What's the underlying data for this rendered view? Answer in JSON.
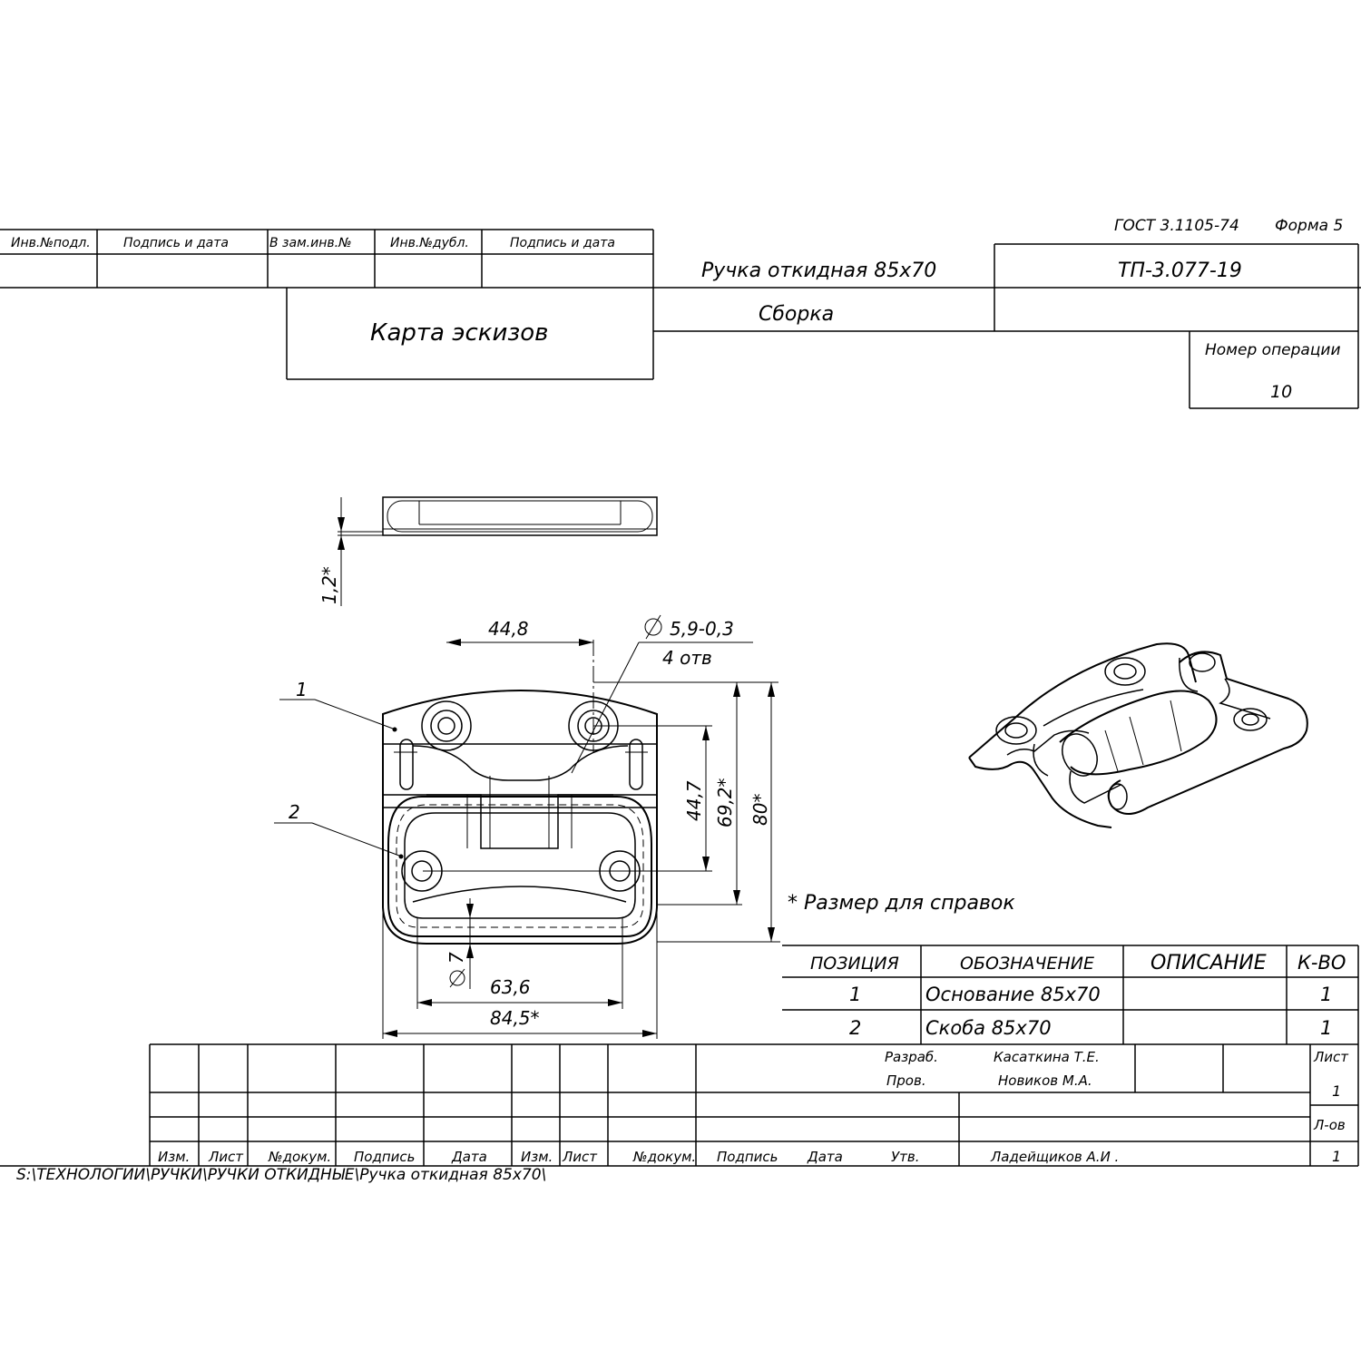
{
  "header": {
    "standard": "ГОСТ 3.1105-74",
    "form": "Форма 5",
    "stamp_labels": [
      "Инв.№подл.",
      "Подпись и дата",
      "В зам.инв.№",
      "Инв.№дубл.",
      "Подпись и дата"
    ],
    "doc_title": "Карта эскизов",
    "product_name": "Ручка откидная 85х70",
    "doc_code": "ТП-3.077-19",
    "operation_type": "Сборка",
    "operation_number_label": "Номер операции",
    "operation_number": "10"
  },
  "drawing": {
    "dims": {
      "thickness": "1,2*",
      "hole_spacing_half": "44,8",
      "hole_diameter": "5,9-0,3",
      "hole_count": "4 отв",
      "height_holes": "44,7",
      "height_mid": "69,2*",
      "height_total": "80*",
      "rod_diameter": "7",
      "inner_width": "63,6",
      "outer_width": "84,5*"
    },
    "callouts": [
      "1",
      "2"
    ],
    "note": "* Размер для справок"
  },
  "spec_table": {
    "headers": [
      "ПОЗИЦИЯ",
      "ОБОЗНАЧЕНИЕ",
      "ОПИСАНИЕ",
      "К-ВО"
    ],
    "rows": [
      {
        "pos": "1",
        "name": "Основание 85х70",
        "desc": "",
        "qty": "1"
      },
      {
        "pos": "2",
        "name": "Скоба 85х70",
        "desc": "",
        "qty": "1"
      }
    ]
  },
  "title_block": {
    "roles": [
      "Разраб.",
      "Пров.",
      "Утв."
    ],
    "names": [
      "Касаткина Т.Е.",
      "Новиков М.А.",
      "Ладейщиков А.И ."
    ],
    "col_labels": [
      "Изм.",
      "Лист",
      "№докум.",
      "Подпись",
      "Дата",
      "Изм.",
      "Лист",
      "№докум.",
      "Подпись",
      "Дата"
    ],
    "sheet_label": "Лист",
    "sheet_number": "1",
    "sheets_label": "Л-ов",
    "sheets_count": "1"
  },
  "footer": {
    "path": "S:\\ТЕХНОЛОГИИ\\РУЧКИ\\РУЧКИ ОТКИДНЫЕ\\Ручка откидная 85х70\\"
  }
}
